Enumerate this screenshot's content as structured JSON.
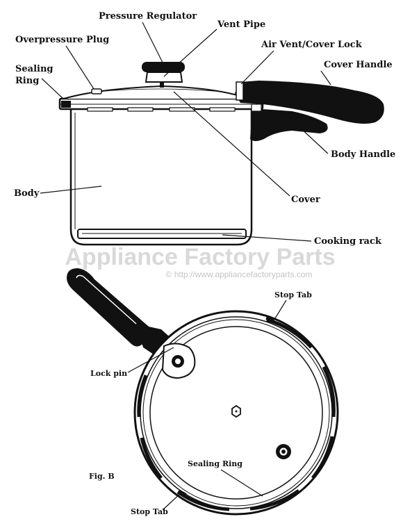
{
  "labels": {
    "pressure_regulator": "Pressure Regulator",
    "vent_pipe": "Vent Pipe",
    "overpressure_plug": "Overpressure Plug",
    "air_vent_cover_lock": "Air Vent/Cover Lock",
    "sealing_ring_line1": "Sealing",
    "sealing_ring_line2": "Ring",
    "cover_handle": "Cover Handle",
    "body_handle": "Body Handle",
    "body": "Body",
    "cover": "Cover",
    "cooking_rack": "Cooking rack",
    "stop_tab_top": "Stop Tab",
    "lock_pin": "Lock pin",
    "sealing_ring_bottom": "Sealing Ring",
    "fig_label": "Fig. B",
    "stop_tab_bottom": "Stop Tab"
  },
  "watermark": {
    "title": "Appliance Factory Parts",
    "url": "© http://www.appliancefactoryparts.com"
  }
}
